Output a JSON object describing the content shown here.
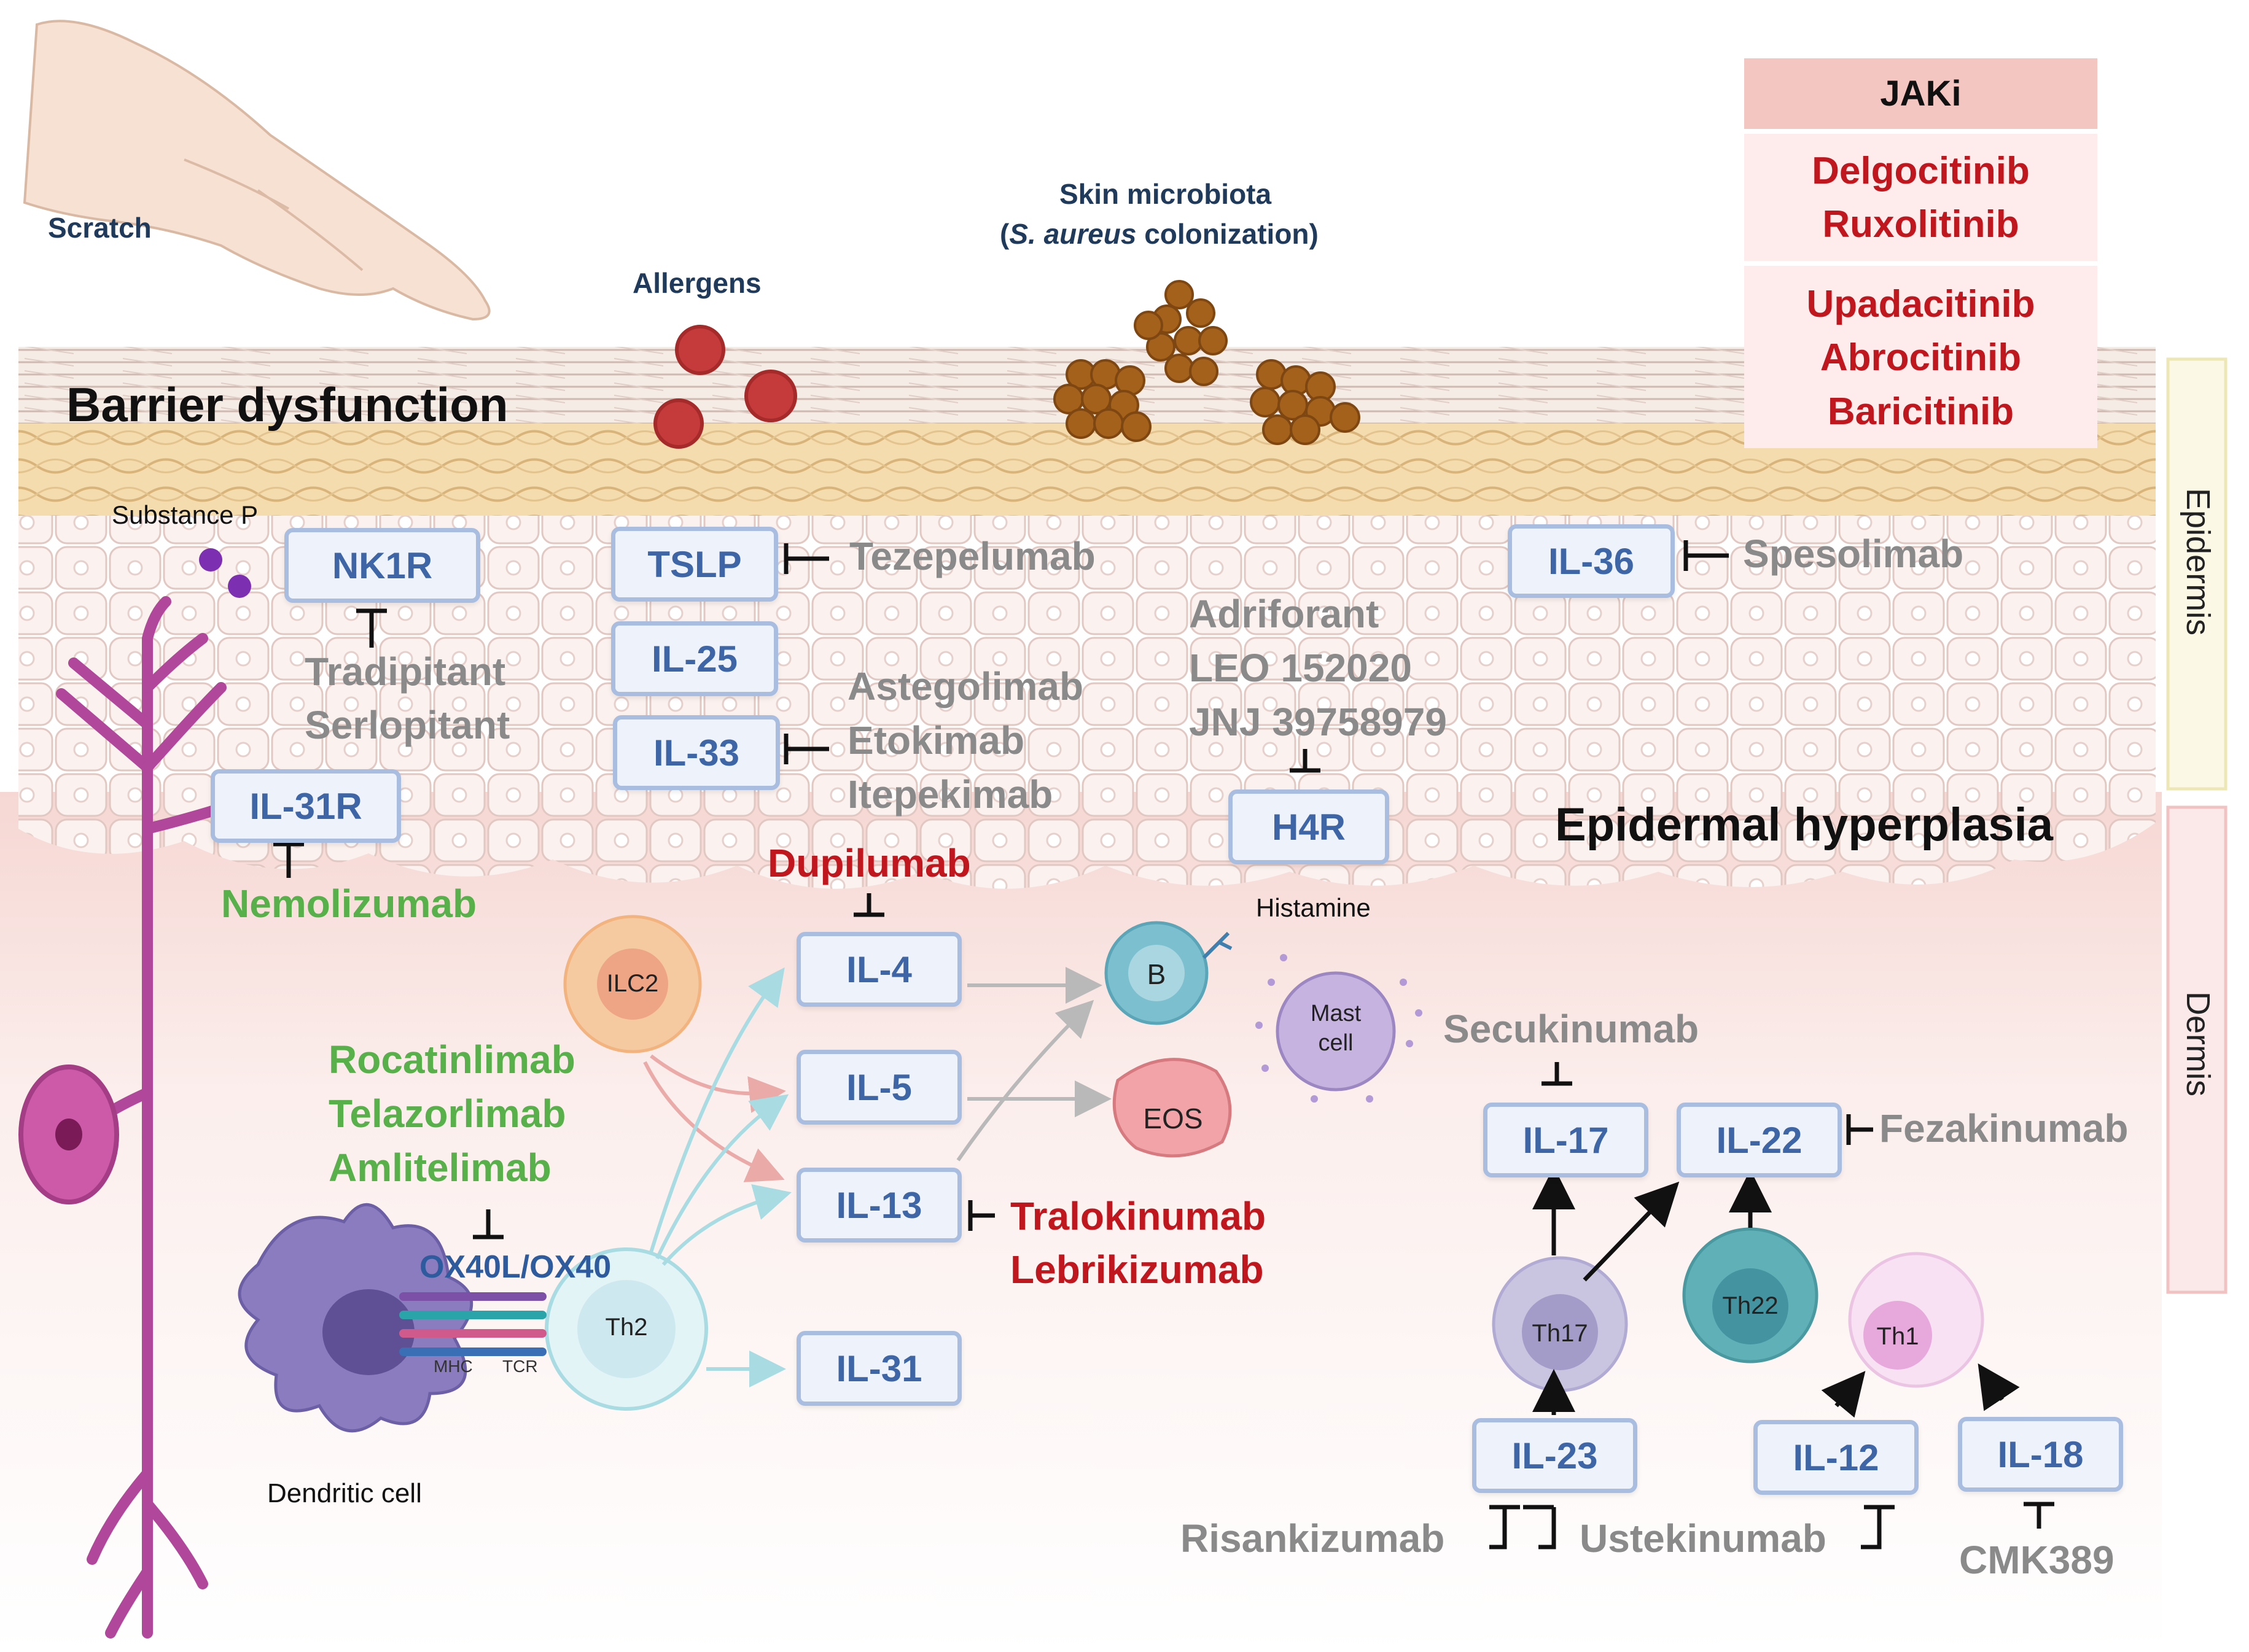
{
  "labels": {
    "scratch": "Scratch",
    "allergens": "Allergens",
    "microbiota_1": "Skin microbiota",
    "microbiota_2_pre": "(",
    "microbiota_2_italic": "S. aureus",
    "microbiota_2_post": " colonization)",
    "barrier": "Barrier dysfunction",
    "substance_p": "Substance P",
    "epidermal_hyperplasia": "Epidermal hyperplasia",
    "histamine": "Histamine",
    "dendritic_cell": "Dendritic cell",
    "ox40": "OX40L/OX40",
    "mhc": "MHC",
    "tcr": "TCR",
    "epidermis": "Epidermis",
    "dermis": "Dermis"
  },
  "jaki": {
    "title": "JAKi",
    "topical": [
      "Delgocitinib",
      "Ruxolitinib"
    ],
    "oral": [
      "Upadacitinib",
      "Abrocitinib",
      "Baricitinib"
    ]
  },
  "boxes": {
    "nk1r": "NK1R",
    "tslp": "TSLP",
    "il25": "IL-25",
    "il33": "IL-33",
    "il36": "IL-36",
    "il31r": "IL-31R",
    "h4r": "H4R",
    "il4": "IL-4",
    "il5": "IL-5",
    "il13": "IL-13",
    "il31": "IL-31",
    "il17": "IL-17",
    "il22": "IL-22",
    "il23": "IL-23",
    "il12": "IL-12",
    "il18": "IL-18"
  },
  "cells": {
    "ilc2": "ILC2",
    "th2": "Th2",
    "b": "B",
    "mast_1": "Mast",
    "mast_2": "cell",
    "eos": "EOS",
    "th17": "Th17",
    "th22": "Th22",
    "th1": "Th1"
  },
  "drugs": {
    "tezepelumab": "Tezepelumab",
    "spesolimab": "Spesolimab",
    "tradipitant": "Tradipitant",
    "serlopitant": "Serlopitant",
    "astegolimab": "Astegolimab",
    "etokimab": "Etokimab",
    "itepekimab": "Itepekimab",
    "adriforant": "Adriforant",
    "leo": "LEO 152020",
    "jnj": "JNJ 39758979",
    "nemolizumab": "Nemolizumab",
    "dupilumab": "Dupilumab",
    "rocatinlimab": "Rocatinlimab",
    "telazorlimab": "Telazorlimab",
    "amlitelimab": "Amlitelimab",
    "tralokinumab": "Tralokinumab",
    "lebrikizumab": "Lebrikizumab",
    "secukinumab": "Secukinumab",
    "fezakinumab": "Fezakinumab",
    "risankizumab": "Risankizumab",
    "ustekinumab": "Ustekinumab",
    "cmk389": "CMK389"
  },
  "colors": {
    "il_box_border": "#a9bde0",
    "il_box_text": "#3e66a6",
    "approved_red": "#c0161e",
    "green_drug": "#58b04a",
    "gray_drug": "#8a8a8a",
    "jaki_header": "#f4c6c2"
  }
}
